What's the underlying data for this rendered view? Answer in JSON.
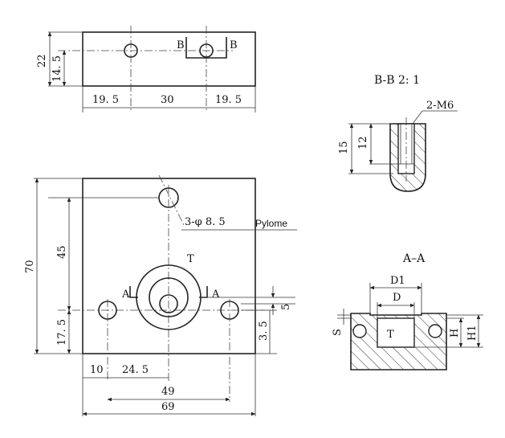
{
  "top_view": {
    "dim_height": "22",
    "dim_hole_height": "14. 5",
    "dim_left": "19. 5",
    "dim_middle": "30",
    "dim_right": "19. 5",
    "section_mark_left": "B",
    "section_mark_right": "B"
  },
  "detail_bb": {
    "title": "B-B  2: 1",
    "thread_label": "2-M6",
    "dim_outer": "15",
    "dim_inner": "12"
  },
  "main_view": {
    "hole_label": "3-φ 8. 5",
    "watermark": "Pylome",
    "port_label": "T",
    "section_mark_left": "A",
    "section_mark_right": "A",
    "dim_height": "70",
    "dim_45": "45",
    "dim_17_5": "17. 5",
    "dim_5": "5",
    "dim_3_5": "3. 5",
    "dim_10": "10",
    "dim_24_5": "24. 5",
    "dim_49": "49",
    "dim_69": "69"
  },
  "section_aa": {
    "title": "A–A",
    "dim_d1": "D1",
    "dim_d": "D",
    "dim_s": "S",
    "dim_h": "H",
    "dim_h1": "H1",
    "port_label": "T"
  }
}
